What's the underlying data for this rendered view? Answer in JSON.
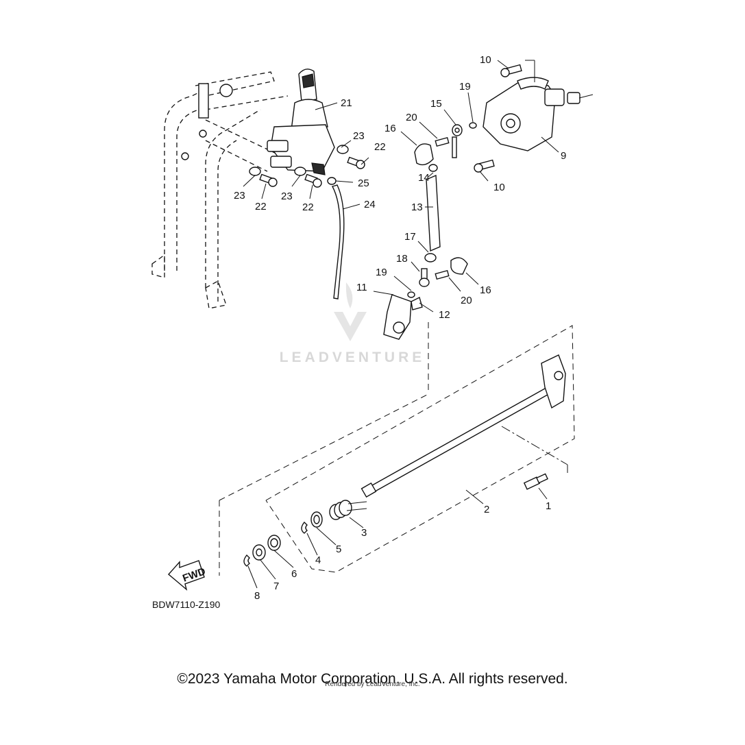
{
  "diagram": {
    "code": "BDW7110-Z190",
    "fwd_label": "FWD",
    "callouts": [
      {
        "id": "c1",
        "label": "1"
      },
      {
        "id": "c2",
        "label": "2"
      },
      {
        "id": "c3",
        "label": "3"
      },
      {
        "id": "c4",
        "label": "4"
      },
      {
        "id": "c5",
        "label": "5"
      },
      {
        "id": "c6",
        "label": "6"
      },
      {
        "id": "c7",
        "label": "7"
      },
      {
        "id": "c8",
        "label": "8"
      },
      {
        "id": "c9",
        "label": "9"
      },
      {
        "id": "c10a",
        "label": "10"
      },
      {
        "id": "c10b",
        "label": "10"
      },
      {
        "id": "c11",
        "label": "11"
      },
      {
        "id": "c12",
        "label": "12"
      },
      {
        "id": "c13",
        "label": "13"
      },
      {
        "id": "c14",
        "label": "14"
      },
      {
        "id": "c15",
        "label": "15"
      },
      {
        "id": "c16a",
        "label": "16"
      },
      {
        "id": "c16b",
        "label": "16"
      },
      {
        "id": "c17",
        "label": "17"
      },
      {
        "id": "c18",
        "label": "18"
      },
      {
        "id": "c19a",
        "label": "19"
      },
      {
        "id": "c19b",
        "label": "19"
      },
      {
        "id": "c20a",
        "label": "20"
      },
      {
        "id": "c20b",
        "label": "20"
      },
      {
        "id": "c21",
        "label": "21"
      },
      {
        "id": "c22a",
        "label": "22"
      },
      {
        "id": "c22b",
        "label": "22"
      },
      {
        "id": "c22c",
        "label": "22"
      },
      {
        "id": "c23a",
        "label": "23"
      },
      {
        "id": "c23b",
        "label": "23"
      },
      {
        "id": "c23c",
        "label": "23"
      },
      {
        "id": "c24",
        "label": "24"
      },
      {
        "id": "c25",
        "label": "25"
      }
    ]
  },
  "watermark": {
    "text": "LEADVENTURE"
  },
  "footer": {
    "copyright": "©2023 Yamaha Motor Corporation, U.S.A. All rights reserved.",
    "render_note": "Rendered by LeadVenture, Inc."
  }
}
